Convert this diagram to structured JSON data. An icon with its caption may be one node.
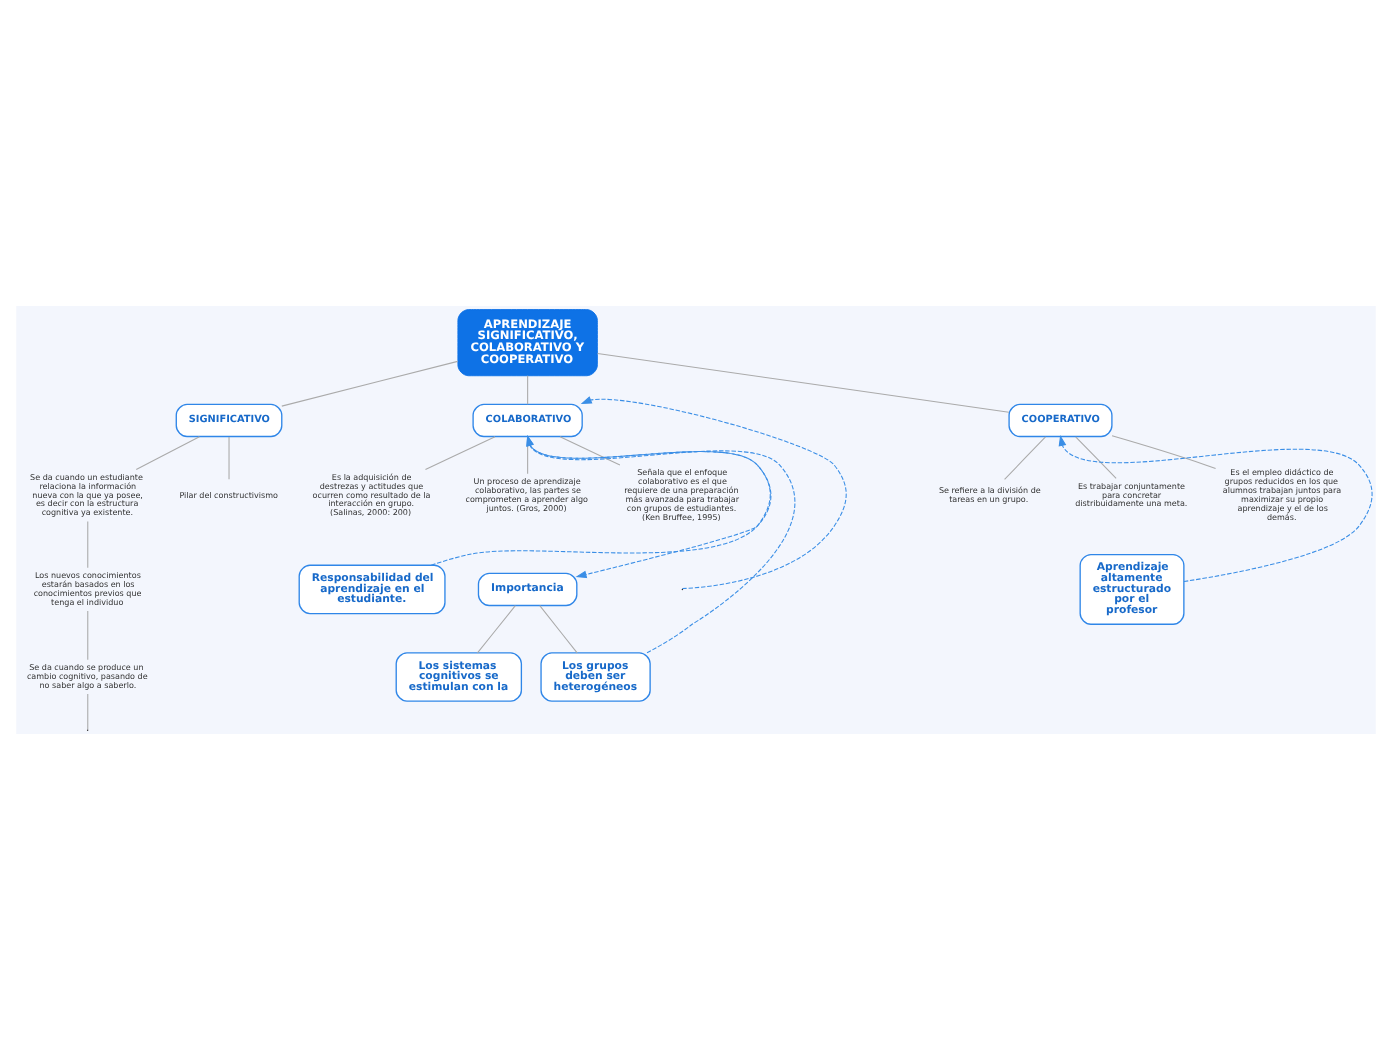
{
  "diagram": {
    "nodes": [
      {
        "text": [
          "APRENDIZAJE SIGNIFICATIVO, COLABORATIVO Y COOPERATIVO"
        ]
      },
      {
        "text": [
          "SIGNIFICATIVO"
        ]
      },
      {
        "text": [
          "COLABORATIVO"
        ]
      },
      {
        "text": [
          "COOPERATIVO"
        ]
      },
      {
        "text": [
          "Se da cuando un estudiante relaciona la información nueva con la que ya posee, es decir con la estructura cognitiva ya existente."
        ]
      },
      {
        "text": [
          "Pilar del constructivismo"
        ]
      },
      {
        "text": [
          "Los nuevos conocimientos estarán basados en los conocimientos previos que tenga el individuo"
        ]
      },
      {
        "text": [
          "Se da cuando se produce un cambio cognitivo, pasando de no saber algo a saberlo."
        ]
      },
      {
        "text": [
          "Es la adquisición de destrezas y actitudes que ocurren como resultado de la interacción en grupo. (Salinas, 2000: 200)"
        ]
      },
      {
        "text": [
          "Un proceso de aprendizaje colaborativo, las partes se comprometen a aprender algo juntos. (Gros, 2000)"
        ]
      },
      {
        "text": [
          "Señala que el enfoque colaborativo es el que requiere de una preparación más avanzada para trabajar con grupos de estudiantes. (Ken Bruffee, 1995)"
        ]
      },
      {
        "text": [
          "Se refiere a la división de tareas en un grupo."
        ]
      },
      {
        "text": [
          "Es trabajar conjuntamente para concretar distribuidamente una meta."
        ]
      },
      {
        "text": [
          "Es el empleo didáctico de grupos reducidos en los que alumnos trabajan juntos para maximizar su propio aprendizaje y el de los demás."
        ]
      },
      {
        "text": [
          "Responsabilidad del aprendizaje en el estudiante."
        ]
      },
      {
        "text": [
          "Importancia"
        ]
      },
      {
        "text": [
          "Aprendizaje altamente estructurado por el profesor"
        ]
      },
      {
        "text": [
          "Los sistemas cognitivos se estimulan con la"
        ]
      },
      {
        "text": [
          "Los grupos deben ser heterogéneos"
        ]
      }
    ],
    "edges": [
      {
        "from": 0,
        "to": 1,
        "arrow": "none"
      },
      {
        "from": 0,
        "to": 2,
        "arrow": "none"
      },
      {
        "from": 0,
        "to": 3,
        "arrow": "none"
      },
      {
        "from": 1,
        "to": 4,
        "arrow": "none"
      },
      {
        "from": 1,
        "to": 5,
        "arrow": "none"
      },
      {
        "from": 4,
        "to": 6,
        "arrow": "none"
      },
      {
        "from": 6,
        "to": 7,
        "arrow": "none"
      },
      {
        "from": 7,
        "to": null,
        "arrow": "none"
      },
      {
        "from": 2,
        "to": 8,
        "arrow": "none"
      },
      {
        "from": 2,
        "to": 9,
        "arrow": "none"
      },
      {
        "from": 2,
        "to": 10,
        "arrow": "none"
      },
      {
        "from": 3,
        "to": 11,
        "arrow": "none"
      },
      {
        "from": 3,
        "to": 12,
        "arrow": "none"
      },
      {
        "from": 3,
        "to": 13,
        "arrow": "none"
      },
      {
        "from": 15,
        "to": 17,
        "arrow": "none"
      },
      {
        "from": 15,
        "to": 18,
        "arrow": "none"
      },
      {
        "from": 14,
        "to": 2,
        "arrow": "to",
        "style": "dashed",
        "color": "#3a8ee6"
      },
      {
        "from": 2,
        "to": 15,
        "arrow": "to",
        "style": "dashed",
        "color": "#3a8ee6"
      },
      {
        "from": 18,
        "to": 2,
        "arrow": "to",
        "style": "dashed",
        "color": "#3a8ee6"
      },
      {
        "from": null,
        "to": 2,
        "arrow": "to",
        "style": "dashed",
        "color": "#3a8ee6"
      },
      {
        "from": 16,
        "to": 3,
        "arrow": "to",
        "style": "dashed",
        "color": "#3a8ee6"
      }
    ]
  }
}
